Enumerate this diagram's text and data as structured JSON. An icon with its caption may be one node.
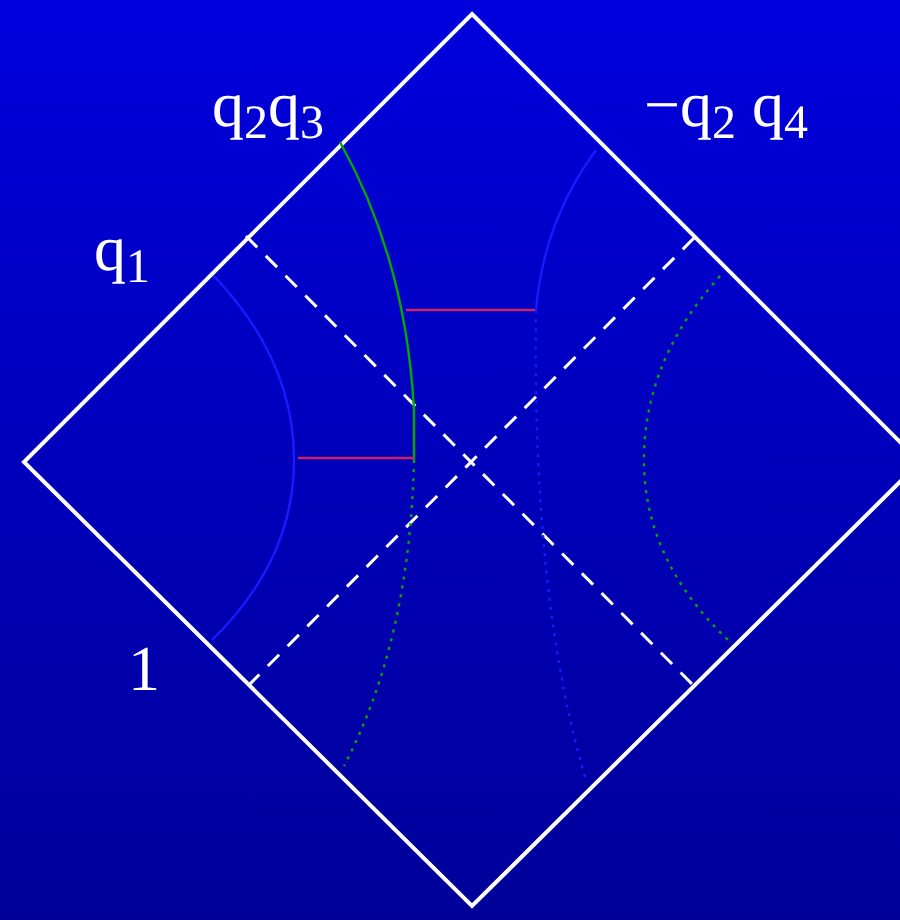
{
  "diagram": {
    "labels": [
      "q$_{2}$q$_{3}$",
      "−q$_{2}$ q$_{4}$",
      "q$_{1}$",
      "1"
    ]
  }
}
